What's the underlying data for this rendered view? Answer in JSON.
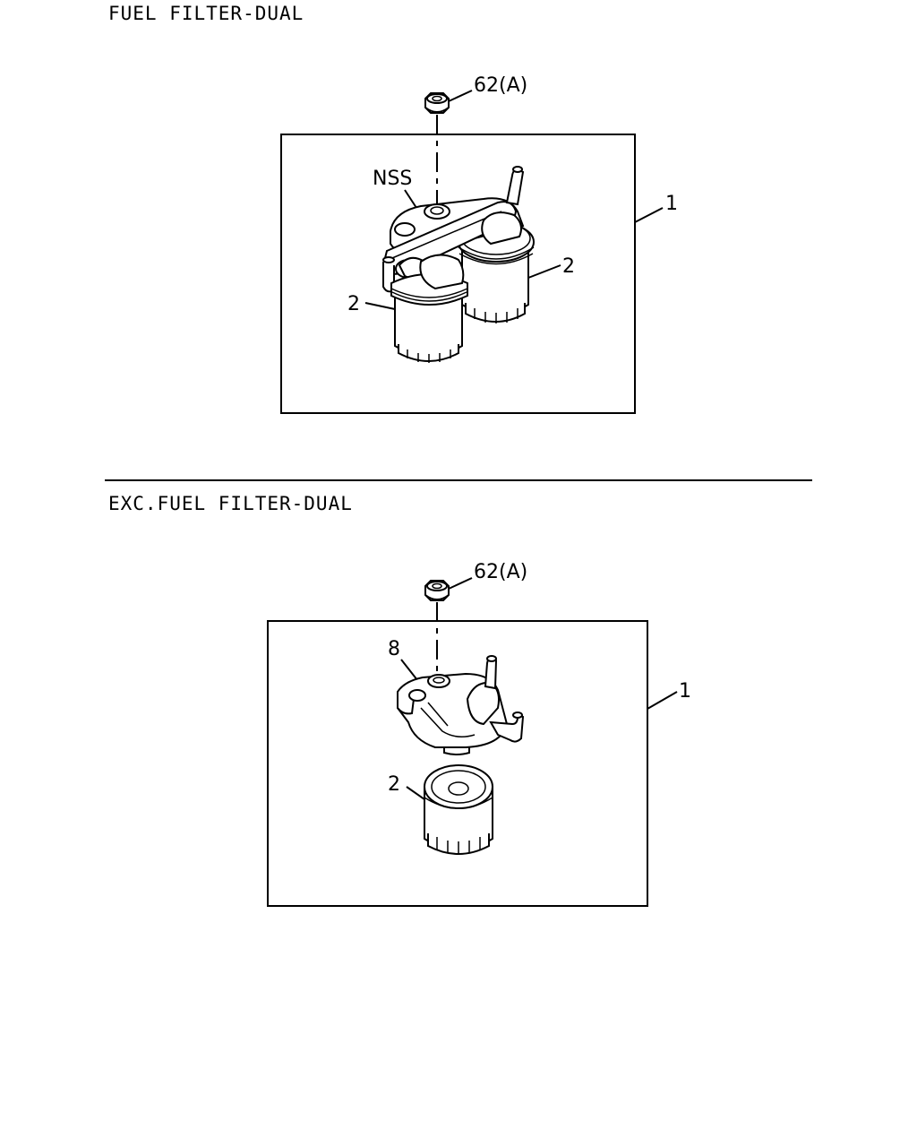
{
  "sections": [
    {
      "title": "FUEL FILTER-DUAL",
      "callouts": {
        "bolt": "62(A)",
        "nss": "NSS",
        "assembly": "1",
        "filter_right": "2",
        "filter_left": "2"
      }
    },
    {
      "title": "EXC.FUEL FILTER-DUAL",
      "callouts": {
        "bolt": "62(A)",
        "head_part": "8",
        "assembly": "1",
        "filter": "2"
      }
    }
  ]
}
